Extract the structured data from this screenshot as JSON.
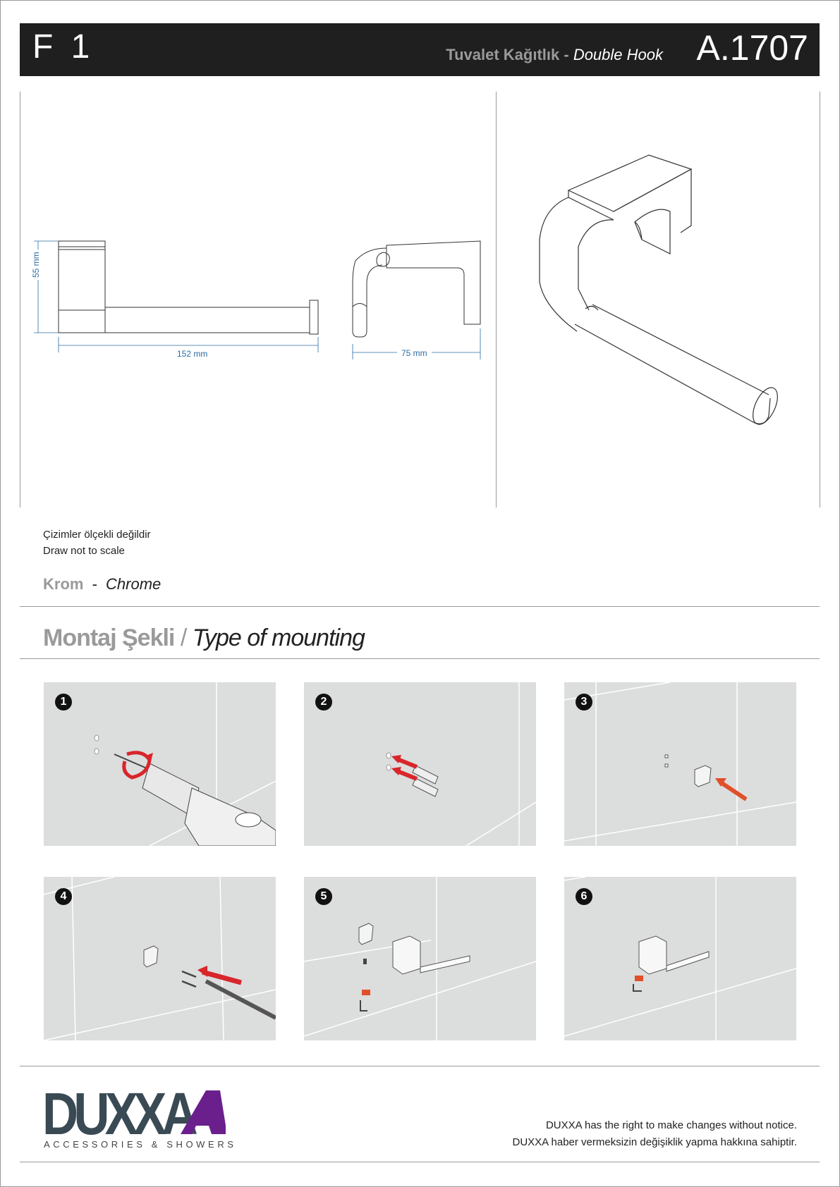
{
  "header": {
    "series": "F 1",
    "title_tr": "Tuvalet Kağıtlık",
    "title_sep": " - ",
    "title_en": "Double Hook",
    "code": "A.1707"
  },
  "dimensions": {
    "height": "55 mm",
    "length": "152 mm",
    "depth": "75 mm"
  },
  "notes": {
    "scale_tr": "Çizimler ölçekli değildir",
    "scale_en": "Draw not to scale"
  },
  "finish": {
    "tr": "Krom",
    "sep": " - ",
    "en": "Chrome"
  },
  "mounting": {
    "tr": "Montaj Şekli",
    "sep": " / ",
    "en": "Type of mounting",
    "steps": [
      "1",
      "2",
      "3",
      "4",
      "5",
      "6"
    ]
  },
  "footer": {
    "brand": "DUXXA",
    "tagline": "ACCESSORIES & SHOWERS",
    "disclaimer_en": "DUXXA has the right to make changes without notice.",
    "disclaimer_tr": "DUXXA haber vermeksizin değişiklik yapma hakkına sahiptir."
  },
  "colors": {
    "header_bg": "#1f1f1f",
    "dimension_blue": "#2b6ca3",
    "logo_dark": "#3a4a54",
    "logo_purple": "#6a1f8c",
    "arrow_red": "#d8262a",
    "step_bg": "#dcdddd"
  }
}
